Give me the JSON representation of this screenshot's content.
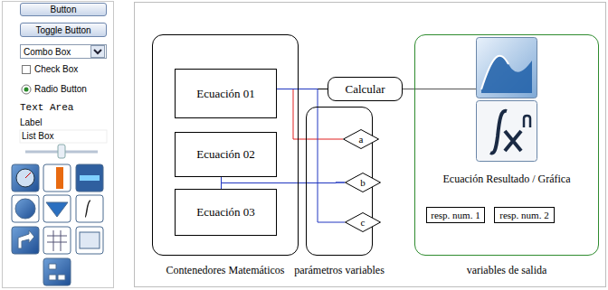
{
  "diagram": {
    "nodes": [
      {
        "text": [
          "Button"
        ]
      },
      {
        "text": [
          "Toggle Button"
        ]
      },
      {
        "text": [
          "Combo Box"
        ]
      },
      {
        "text": [
          "Contenedores Matemáticos"
        ]
      },
      {
        "text": [
          "Ecuación 01"
        ],
        "in": 3
      },
      {
        "text": [
          "Ecuación 02"
        ],
        "in": 3
      },
      {
        "text": [
          "Ecuación 03"
        ],
        "in": 3
      },
      {
        "text": [
          "Calcular"
        ]
      },
      {
        "text": [
          "parámetros variables"
        ]
      },
      {
        "text": [
          "a"
        ],
        "in": 8
      },
      {
        "text": [
          "b"
        ],
        "in": 8
      },
      {
        "text": [
          "c"
        ],
        "in": 8
      },
      {
        "text": [
          "variables de salida"
        ]
      },
      {
        "text": [
          "Ecuación Resultado / Gráfica"
        ],
        "in": 12
      },
      {
        "text": [
          "resp. num. 1"
        ],
        "in": 12
      },
      {
        "text": [
          "resp. num. 2"
        ],
        "in": 12
      }
    ],
    "edges": [
      {
        "from": 4,
        "to": 7,
        "arrow": "none"
      },
      {
        "from": 7,
        "to": 13,
        "arrow": "none"
      },
      {
        "from": 4,
        "to": 9,
        "arrow": "none"
      },
      {
        "from": 4,
        "to": 11,
        "arrow": "none"
      },
      {
        "from": 5,
        "to": 10,
        "arrow": "none"
      },
      {
        "from": 6,
        "to": 10,
        "arrow": "none"
      }
    ],
    "labels": [
      "Check Box",
      "Radio Button",
      "Text Area",
      "Label",
      "List Box"
    ]
  }
}
